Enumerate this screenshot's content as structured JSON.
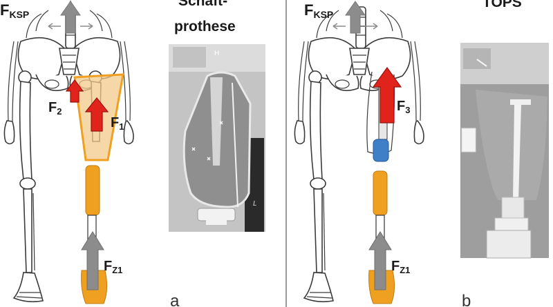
{
  "panels": [
    {
      "letter": "a",
      "photo_title_line1": "Schaft-",
      "photo_title_line2": "prothese",
      "xray_marker_top": "H",
      "xray_marker_bottom": "L",
      "labels": {
        "ksp": {
          "main": "F",
          "sub": "KSP"
        },
        "f2": {
          "main": "F",
          "sub": "2"
        },
        "f1": {
          "main": "F",
          "sub": "1"
        },
        "fz1": {
          "main": "F",
          "sub": "Z1"
        }
      }
    },
    {
      "letter": "b",
      "photo_title_line1": "TOPS",
      "labels": {
        "ksp": {
          "main": "F",
          "sub": "KSP"
        },
        "f3": {
          "main": "F",
          "sub": "3"
        },
        "fz1": {
          "main": "F",
          "sub": "Z1"
        }
      }
    }
  ],
  "colors": {
    "red_arrow": "#e0241b",
    "gray_arrow": "#8c8c8c",
    "prosthesis_orange": "#f0a020",
    "socket_fill": "#f3c98a",
    "connector_blue": "#3f7fc8",
    "divider": "#9a9a9a"
  }
}
